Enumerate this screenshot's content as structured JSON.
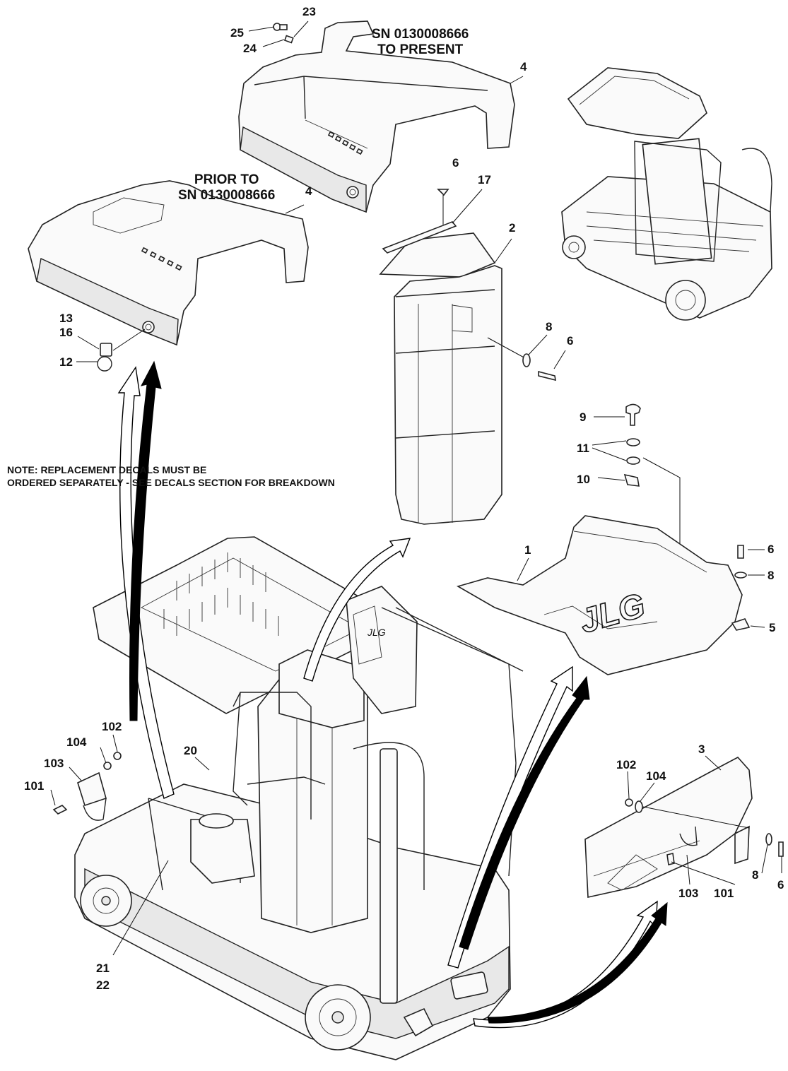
{
  "captions": {
    "cover_new": [
      "SN 0130008666",
      "TO PRESENT"
    ],
    "cover_old": [
      "PRIOR TO",
      "SN 0130008666"
    ]
  },
  "note": {
    "line1": "NOTE: REPLACEMENT DECALS MUST BE",
    "line2": "ORDERED SEPARATELY - SEE DECALS SECTION FOR BREAKDOWN"
  },
  "callouts": [
    {
      "id": "c23",
      "label": "23"
    },
    {
      "id": "c25",
      "label": "25"
    },
    {
      "id": "c24",
      "label": "24"
    },
    {
      "id": "c4a",
      "label": "4"
    },
    {
      "id": "c6a",
      "label": "6"
    },
    {
      "id": "c17",
      "label": "17"
    },
    {
      "id": "c4b",
      "label": "4"
    },
    {
      "id": "c2",
      "label": "2"
    },
    {
      "id": "c13",
      "label": "13"
    },
    {
      "id": "c16",
      "label": "16"
    },
    {
      "id": "c12",
      "label": "12"
    },
    {
      "id": "c8a",
      "label": "8"
    },
    {
      "id": "c6b",
      "label": "6"
    },
    {
      "id": "c9",
      "label": "9"
    },
    {
      "id": "c11",
      "label": "11"
    },
    {
      "id": "c10",
      "label": "10"
    },
    {
      "id": "c1",
      "label": "1"
    },
    {
      "id": "c6c",
      "label": "6"
    },
    {
      "id": "c8b",
      "label": "8"
    },
    {
      "id": "c5",
      "label": "5"
    },
    {
      "id": "c102a",
      "label": "102"
    },
    {
      "id": "c104a",
      "label": "104"
    },
    {
      "id": "c103a",
      "label": "103"
    },
    {
      "id": "c101a",
      "label": "101"
    },
    {
      "id": "c20",
      "label": "20"
    },
    {
      "id": "c3",
      "label": "3"
    },
    {
      "id": "c102b",
      "label": "102"
    },
    {
      "id": "c104b",
      "label": "104"
    },
    {
      "id": "c103b",
      "label": "103"
    },
    {
      "id": "c101b",
      "label": "101"
    },
    {
      "id": "c8c",
      "label": "8"
    },
    {
      "id": "c6d",
      "label": "6"
    },
    {
      "id": "c21",
      "label": "21"
    },
    {
      "id": "c22",
      "label": "22"
    }
  ],
  "logos": {
    "floor_plate": "JLG",
    "machine": "JLG"
  }
}
